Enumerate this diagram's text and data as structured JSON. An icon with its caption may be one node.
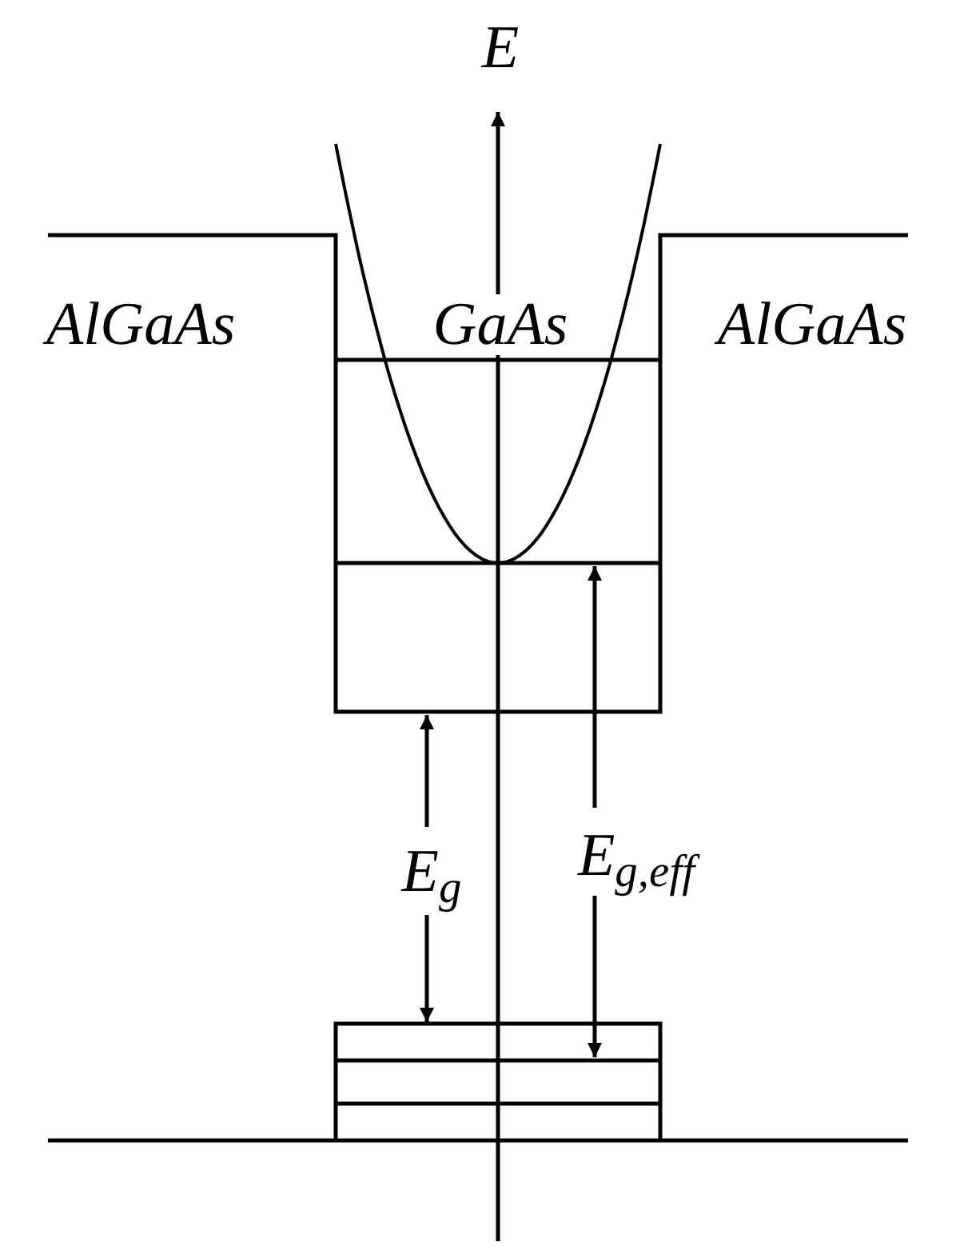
{
  "diagram": {
    "labels": [
      "E",
      "AlGaAs",
      "GaAs",
      "AlGaAs",
      "E$_{g}$",
      "E$_{g,eff}$"
    ]
  }
}
